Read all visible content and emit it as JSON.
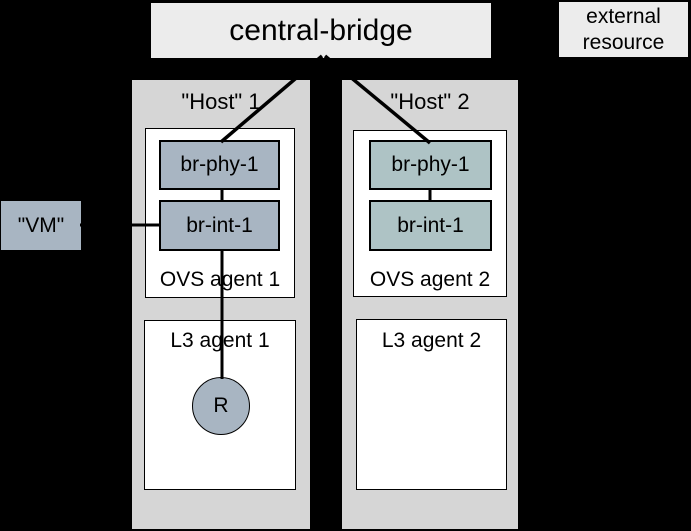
{
  "colors": {
    "background": "#000000",
    "panel_fill": "#ececec",
    "host_fill": "#d6d6d6",
    "host1_node_fill": "#a8b5c2",
    "host2_node_fill": "#aec3c5",
    "white_box_fill": "#ffffff",
    "line_color": "#000000"
  },
  "central_bridge": {
    "label": "central-bridge"
  },
  "external_resource": {
    "label": "external resource"
  },
  "vm": {
    "label": "\"VM\""
  },
  "hosts": [
    {
      "title": "\"Host\" 1",
      "br_phy_label": "br-phy-1",
      "br_int_label": "br-int-1",
      "ovs_label": "OVS agent 1",
      "l3_label": "L3 agent 1",
      "router_label": "R"
    },
    {
      "title": "\"Host\" 2",
      "br_phy_label": "br-phy-1",
      "br_int_label": "br-int-1",
      "ovs_label": "OVS agent 2",
      "l3_label": "L3 agent 2"
    }
  ]
}
